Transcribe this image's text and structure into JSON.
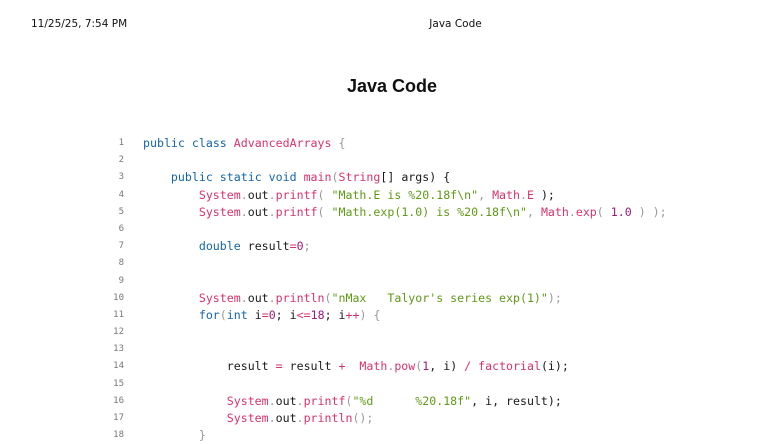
{
  "print_header": {
    "date": "11/25/25, 7:54 PM",
    "title": "Java Code"
  },
  "document": {
    "title": "Java Code"
  },
  "code": {
    "language": "java",
    "colors": {
      "keyword": "#1565a8",
      "identifier": "#d6336c",
      "string": "#5f9a16",
      "number": "#9c1a78",
      "plain": "#1a1a1a",
      "line_number": "#777777"
    },
    "lines": [
      {
        "n": "1",
        "text": "public class AdvancedArrays {"
      },
      {
        "n": "2",
        "text": ""
      },
      {
        "n": "3",
        "text": "    public static void main(String[] args) {"
      },
      {
        "n": "4",
        "text": "        System.out.printf( \"Math.E is %20.18f\\n\", Math.E );"
      },
      {
        "n": "5",
        "text": "        System.out.printf( \"Math.exp(1.0) is %20.18f\\n\", Math.exp( 1.0 ) );"
      },
      {
        "n": "6",
        "text": ""
      },
      {
        "n": "7",
        "text": "        double result=0;"
      },
      {
        "n": "8",
        "text": ""
      },
      {
        "n": "9",
        "text": ""
      },
      {
        "n": "10",
        "text": "        System.out.println(\"nMax   Talyor's series exp(1)\");"
      },
      {
        "n": "11",
        "text": "        for(int i=0; i<=18; i++) {"
      },
      {
        "n": "12",
        "text": ""
      },
      {
        "n": "13",
        "text": ""
      },
      {
        "n": "14",
        "text": "            result = result +  Math.pow(1, i) / factorial(i);"
      },
      {
        "n": "15",
        "text": ""
      },
      {
        "n": "16",
        "text": "            System.out.printf(\"%d      %20.18f\", i, result);"
      },
      {
        "n": "17",
        "text": "            System.out.println();"
      },
      {
        "n": "18",
        "text": "        }"
      }
    ],
    "tokens": {
      "l1": [
        "public",
        " ",
        "class",
        " ",
        "AdvancedArrays",
        " {"
      ],
      "l3": [
        "    ",
        "public",
        " ",
        "static",
        " ",
        "void",
        " ",
        "main",
        "(",
        "String",
        "[] args) {"
      ],
      "l4": [
        "        ",
        "System",
        ".",
        "out",
        ".",
        "printf",
        "( ",
        "\"Math.E is %20.18f\\n\"",
        ", ",
        "Math",
        ".",
        "E",
        " );"
      ],
      "l5": [
        "        ",
        "System",
        ".",
        "out",
        ".",
        "printf",
        "( ",
        "\"Math.exp(1.0) is %20.18f\\n\"",
        ", ",
        "Math",
        ".",
        "exp",
        "( ",
        "1.0",
        " ) );"
      ],
      "l7": [
        "        ",
        "double",
        " result",
        "=",
        "0",
        ";"
      ],
      "l10": [
        "        ",
        "System",
        ".",
        "out",
        ".",
        "println",
        "(",
        "\"nMax   Talyor's series exp(1)\"",
        ");"
      ],
      "l11": [
        "        ",
        "for",
        "(",
        "int",
        " i",
        "=",
        "0",
        "; i",
        "<=",
        "18",
        "; i",
        "++",
        ") {"
      ],
      "l14": [
        "            ",
        "result ",
        "=",
        " result ",
        "+",
        "  ",
        "Math",
        ".",
        "pow",
        "(",
        "1",
        ", i) ",
        "/",
        " ",
        "factorial",
        "(i);"
      ],
      "l16": [
        "            ",
        "System",
        ".",
        "out",
        ".",
        "printf",
        "(",
        "\"%d      %20.18f\"",
        ", i, result);"
      ],
      "l17": [
        "            ",
        "System",
        ".",
        "out",
        ".",
        "println",
        "();"
      ],
      "l18": [
        "        ",
        "}"
      ]
    }
  }
}
